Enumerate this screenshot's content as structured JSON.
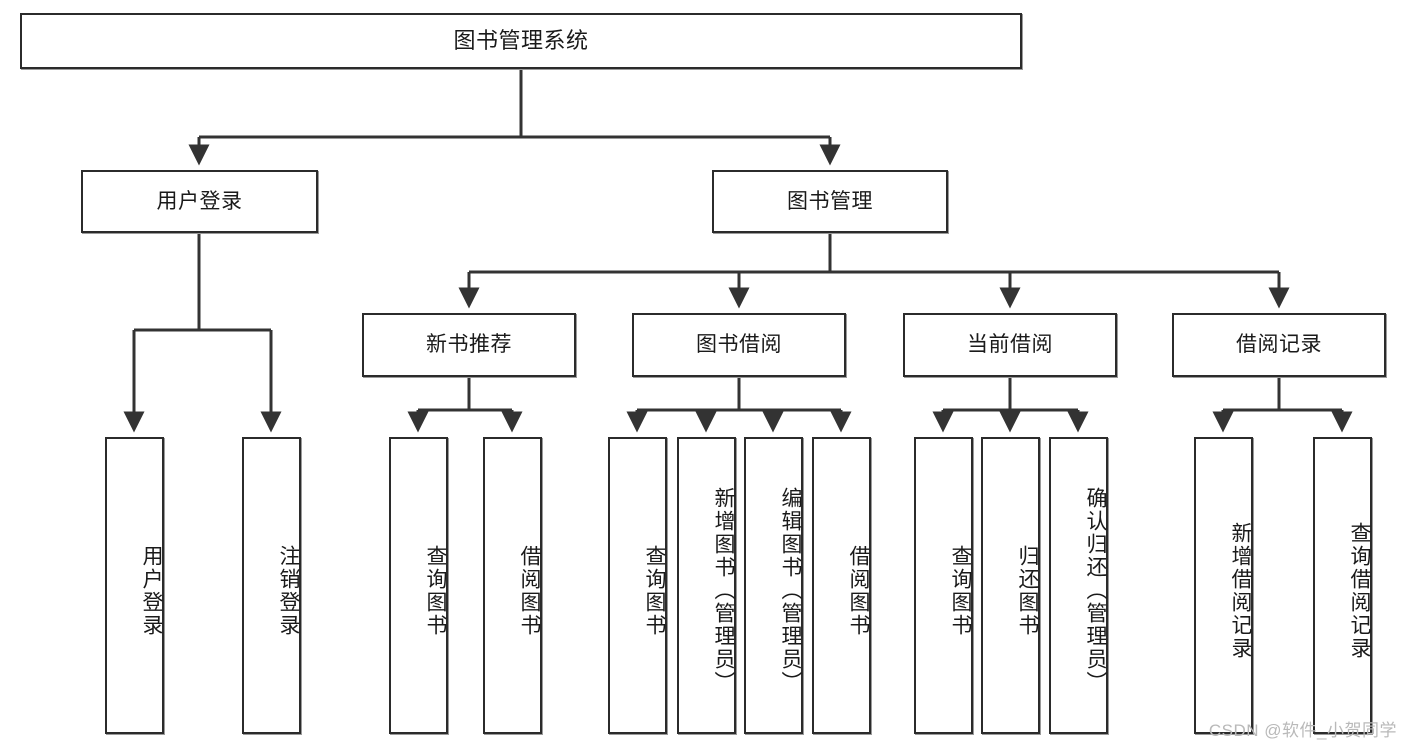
{
  "diagram": {
    "title": "图书管理系统",
    "type": "hierarchy-tree",
    "watermark": "CSDN @软件_小贺同学",
    "colors": {
      "box_border": "#2b2b2b",
      "box_fill": "#ffffff",
      "connector": "#333333",
      "text": "#1a1a1a",
      "watermark": "#b9b9b9"
    },
    "root": {
      "label": "图书管理系统"
    },
    "level1": [
      {
        "label": "用户登录"
      },
      {
        "label": "图书管理"
      }
    ],
    "level2": [
      {
        "label": "新书推荐"
      },
      {
        "label": "图书借阅"
      },
      {
        "label": "当前借阅"
      },
      {
        "label": "借阅记录"
      }
    ],
    "leaves": {
      "user_login": [
        {
          "label": "用户登录"
        },
        {
          "label": "注销登录"
        }
      ],
      "new_book": [
        {
          "label": "查询图书"
        },
        {
          "label": "借阅图书"
        }
      ],
      "book_borrow": [
        {
          "label": "查询图书"
        },
        {
          "label": "新增图书（管理员）"
        },
        {
          "label": "编辑图书（管理员）"
        },
        {
          "label": "借阅图书"
        }
      ],
      "current_borrow": [
        {
          "label": "查询图书"
        },
        {
          "label": "归还图书"
        },
        {
          "label": "确认归还（管理员）"
        }
      ],
      "borrow_record": [
        {
          "label": "新增借阅记录"
        },
        {
          "label": "查询借阅记录"
        }
      ]
    }
  }
}
